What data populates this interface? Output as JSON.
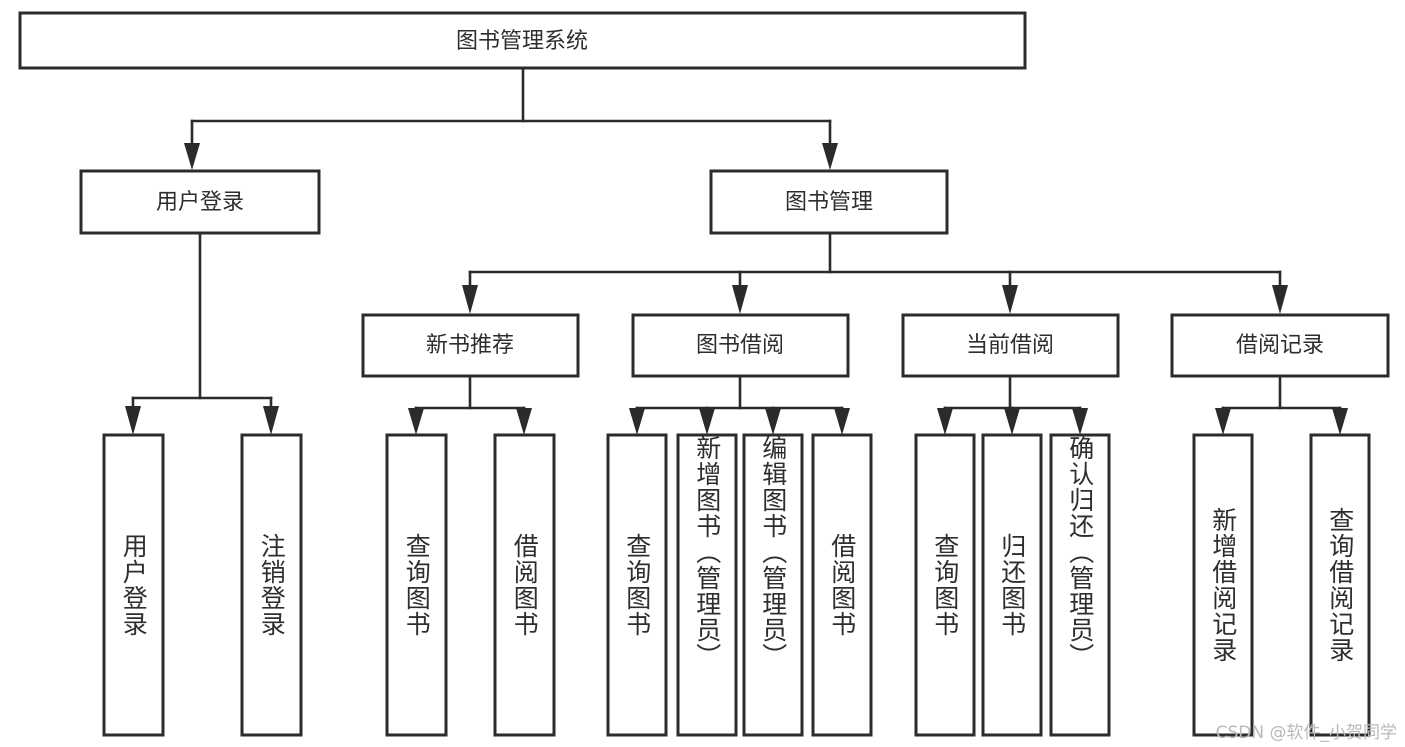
{
  "diagram": {
    "title": "图书管理系统",
    "type": "hierarchy-tree",
    "levels": 4,
    "root": {
      "id": "root",
      "label": "图书管理系统"
    },
    "level2": [
      {
        "id": "user-login",
        "label": "用户登录"
      },
      {
        "id": "book-manage",
        "label": "图书管理"
      }
    ],
    "level3": [
      {
        "id": "new-book-recommend",
        "label": "新书推荐",
        "parent": "book-manage"
      },
      {
        "id": "book-borrow",
        "label": "图书借阅",
        "parent": "book-manage"
      },
      {
        "id": "current-borrow",
        "label": "当前借阅",
        "parent": "book-manage"
      },
      {
        "id": "borrow-record",
        "label": "借阅记录",
        "parent": "book-manage"
      }
    ],
    "leaves": [
      {
        "id": "leaf-user-login",
        "label": "用户登录",
        "parent": "user-login"
      },
      {
        "id": "leaf-logout-login",
        "label": "注销登录",
        "parent": "user-login"
      },
      {
        "id": "leaf-query-book-1",
        "label": "查询图书",
        "parent": "new-book-recommend"
      },
      {
        "id": "leaf-borrow-book-1",
        "label": "借阅图书",
        "parent": "new-book-recommend"
      },
      {
        "id": "leaf-query-book-2",
        "label": "查询图书",
        "parent": "book-borrow"
      },
      {
        "id": "leaf-add-book",
        "label": "新增图书（管理员）",
        "parent": "book-borrow"
      },
      {
        "id": "leaf-edit-book",
        "label": "编辑图书（管理员）",
        "parent": "book-borrow"
      },
      {
        "id": "leaf-borrow-book-2",
        "label": "借阅图书",
        "parent": "book-borrow"
      },
      {
        "id": "leaf-query-book-3",
        "label": "查询图书",
        "parent": "current-borrow"
      },
      {
        "id": "leaf-return-book",
        "label": "归还图书",
        "parent": "current-borrow"
      },
      {
        "id": "leaf-confirm-return",
        "label": "确认归还（管理员）",
        "parent": "current-borrow"
      },
      {
        "id": "leaf-add-record",
        "label": "新增借阅记录",
        "parent": "borrow-record"
      },
      {
        "id": "leaf-query-record",
        "label": "查询借阅记录",
        "parent": "borrow-record"
      }
    ],
    "colors": {
      "box_border": "#2b2b2b",
      "box_fill": "#ffffff",
      "connector": "#2b2b2b",
      "text": "#2e2e2e",
      "watermark": "#b9b9b9",
      "background": "#ffffff"
    }
  },
  "watermark": {
    "text": "CSDN @软件_小贺同学"
  }
}
